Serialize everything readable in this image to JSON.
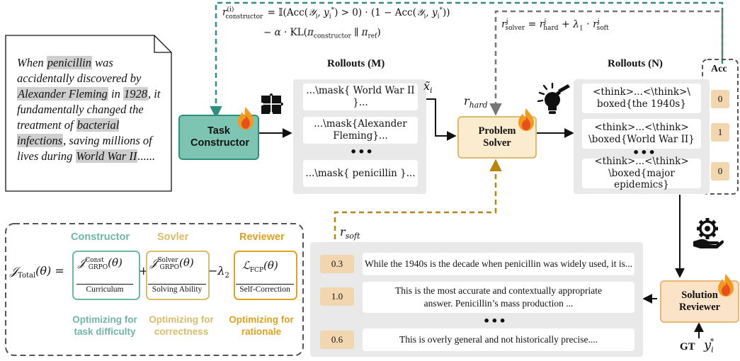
{
  "passage": {
    "parts": [
      {
        "t": "When ",
        "hl": false
      },
      {
        "t": "penicillin",
        "hl": true
      },
      {
        "t": " was accidentally discovered by ",
        "hl": false
      },
      {
        "t": "Alexander Fleming",
        "hl": true
      },
      {
        "t": " in ",
        "hl": false
      },
      {
        "t": "1928",
        "hl": true
      },
      {
        "t": ", it fundamentally changed the treatment of ",
        "hl": false
      },
      {
        "t": "bacterial infections",
        "hl": true
      },
      {
        "t": ", saving millions of lives during ",
        "hl": false
      },
      {
        "t": "World War II",
        "hl": true
      },
      {
        "t": "......",
        "hl": false
      }
    ]
  },
  "nodes": {
    "task_constructor": "Task Constructor",
    "problem_solver": "Problem Solver",
    "solution_reviewer": "Solution Reviewer"
  },
  "rollouts_m": {
    "header": "Rollouts (M)",
    "items": [
      "...\\mask{ World War II }...",
      "...\\mask{Alexander Fleming}...",
      "...\\mask{ penicillin }..."
    ],
    "ellipsis": "•••"
  },
  "rollouts_n": {
    "header": "Rollouts (N)",
    "items": [
      [
        "<think>...<\\think>\\",
        "boxed{the 1940s}"
      ],
      [
        "<think>...<\\think>",
        "\\boxed{World War II}"
      ],
      [
        "<think>...<\\think>",
        "\\boxed{major epidemics}"
      ]
    ],
    "ellipsis": "•••"
  },
  "acc": {
    "header": "Acc",
    "values": [
      "0",
      "1",
      "0"
    ]
  },
  "reviews": {
    "items": [
      {
        "score": "0.3",
        "text": [
          "While the 1940s is the decade when penicillin was widely used, it is..."
        ]
      },
      {
        "score": "1.0",
        "text": [
          "This is the most accurate and contextually appropriate",
          "answer. Penicillin’s mass production ..."
        ]
      },
      {
        "score": "0.6",
        "text": [
          "This is overly general and not historically precise...."
        ]
      }
    ],
    "ellipsis": "•••"
  },
  "labels": {
    "x_tilde": "x̃",
    "x_sub": "i",
    "r_hard": "r",
    "r_hard_sub": "hard",
    "r_soft": "r",
    "r_soft_sub": "soft",
    "gt": "GT",
    "y_star": "y",
    "y_sub": "i",
    "y_sup": "*"
  },
  "formulas": {
    "constructor_line1": "r^{(i)}_{constructor} = 𝕀(Acc(𝒴ᵢ, yᵢ*) > 0) · (1 − Acc(𝒴ᵢ, yᵢ*))",
    "constructor_line2": "− α · KL(π_constructor ∥ π_ref)",
    "solver": "r^j_solver = r^j_hard + λ₁ · r^j_soft"
  },
  "objective": {
    "headers": [
      "Constructor",
      "Sovler",
      "Reviewer"
    ],
    "term_captions": [
      "Curriculum",
      "Solving Ability",
      "Self-Correction"
    ],
    "optimizing": [
      [
        "Optimizing for",
        "task difficulty"
      ],
      [
        "Optimizing for",
        "correctness"
      ],
      [
        "Optimizing for",
        "rationale"
      ]
    ]
  },
  "colors": {
    "constructor": "#6fb6a5",
    "constructor_fill": "#7ec4b2",
    "solver": "#d9bc6a",
    "solver_fill": "#fbeccf",
    "reviewer": "#e0a21f",
    "reviewer_fill": "#fbe3c8",
    "reviewer_border": "#e9b77a",
    "panel": "#e9e9e9",
    "score_box": "#f2d6b0",
    "dashed_teal": "#2f8f7d",
    "dashed_gold": "#b8860b",
    "dashed_gray": "#777777",
    "highlight": "#cfcfcf"
  },
  "icons": [
    "puzzle-icon",
    "lightbulb-icon",
    "gear-hand-icon",
    "fire-icon"
  ]
}
